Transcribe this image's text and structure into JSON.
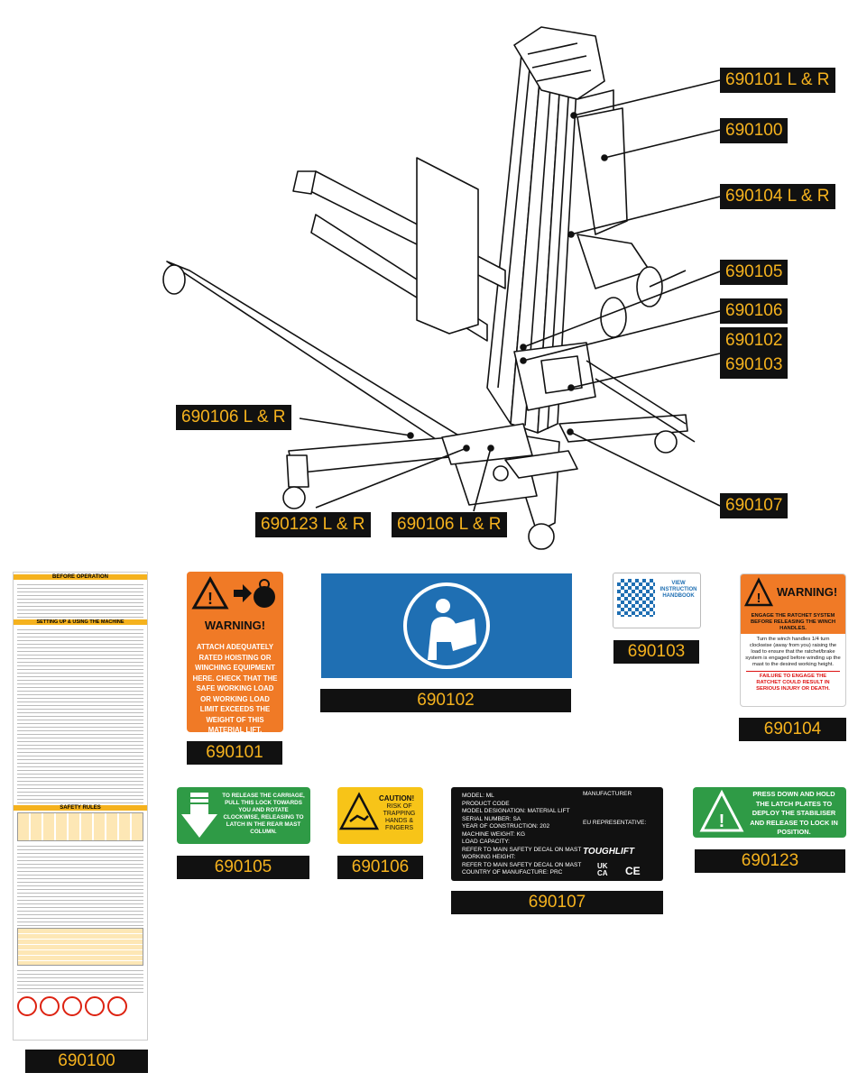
{
  "callouts": {
    "c690101": "690101 L & R",
    "c690100": "690100",
    "c690104": "690104 L & R",
    "c690105": "690105",
    "c690106a": "690106",
    "c690102_103": [
      "690102",
      "690103"
    ],
    "c690106b": "690106 L & R",
    "c690123": "690123 L & R",
    "c690106c": "690106 L & R",
    "c690107": "690107"
  },
  "ids": {
    "i690100": "690100",
    "i690101": "690101",
    "i690102": "690102",
    "i690103": "690103",
    "i690104": "690104",
    "i690105": "690105",
    "i690106": "690106",
    "i690107": "690107",
    "i690123": "690123"
  },
  "decal_690100": {
    "heading1": "BEFORE OPERATION",
    "heading2": "SETTING UP & USING THE MACHINE",
    "heading3": "SAFETY RULES",
    "table_title": "LOAD TABLE"
  },
  "decal_690101": {
    "warning": "WARNING!",
    "body": "ATTACH ADEQUATELY RATED HOISTING OR WINCHING EQUIPMENT HERE. CHECK THAT THE SAFE WORKING LOAD OR WORKING LOAD LIMIT EXCEEDS THE WEIGHT OF THIS MATERIAL LIFT."
  },
  "decal_690103": {
    "text": "VIEW INSTRUCTION HANDBOOK"
  },
  "decal_690104": {
    "warning": "WARNING!",
    "heading": "ENGAGE THE RATCHET SYSTEM BEFORE RELEASING THE WINCH HANDLES.",
    "body": "Turn the winch handles 1/4 turn clockwise (away from you) raising the load to ensure that the ratchet/brake system is engaged before winding up the mast to the desired working height.",
    "footer": "FAILURE TO ENGAGE THE RATCHET COULD RESULT IN SERIOUS INJURY OR DEATH."
  },
  "decal_690105": {
    "body": "TO RELEASE THE CARRIAGE, PULL THIS LOCK TOWARDS YOU AND ROTATE CLOCKWISE, RELEASING TO LATCH IN THE REAR MAST COLUMN."
  },
  "decal_690106": {
    "caution": "CAUTION!",
    "body": "RISK OF TRAPPING HANDS & FINGERS"
  },
  "decal_690107": {
    "lines": [
      "MODEL: ML",
      "PRODUCT CODE",
      "MODEL DESIGNATION: MATERIAL LIFT",
      "SERIAL NUMBER: SA",
      "YEAR OF CONSTRUCTION: 202",
      "MACHINE WEIGHT: KG",
      "LOAD CAPACITY:",
      "REFER TO MAIN SAFETY DECAL ON MAST",
      "WORKING HEIGHT:",
      "REFER TO MAIN SAFETY DECAL ON MAST",
      "COUNTRY OF MANUFACTURE: PRC"
    ],
    "manufacturer": "MANUFACTURER",
    "eu_rep": "EU REPRESENTATIVE:",
    "brand": "TOUGHLIFT",
    "ukca": "UK CA",
    "ce": "CE"
  },
  "decal_690123": {
    "body": "PRESS DOWN AND HOLD THE LATCH PLATES TO DEPLOY THE STABILISER AND RELEASE TO LOCK IN POSITION."
  }
}
